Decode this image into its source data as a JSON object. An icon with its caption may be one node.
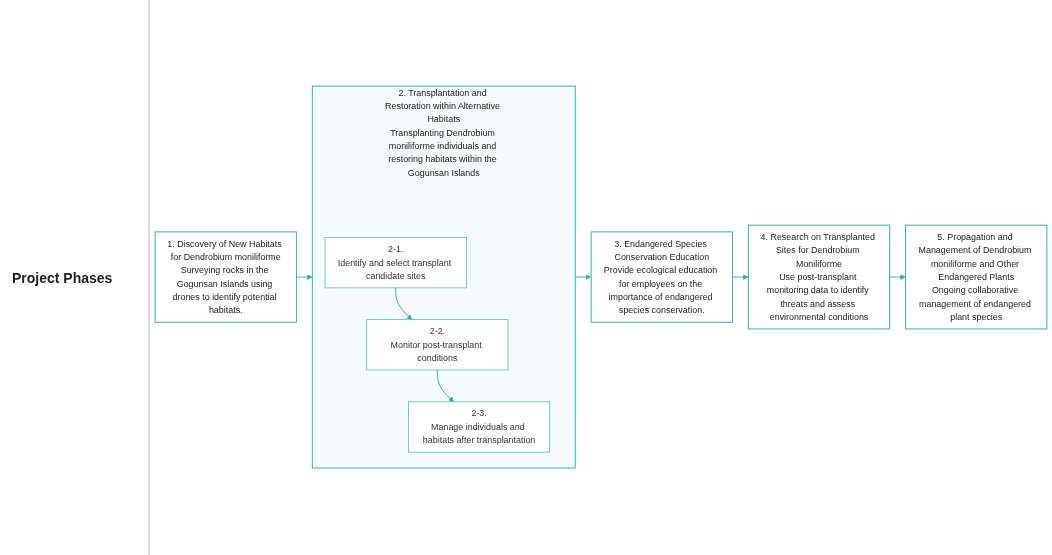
{
  "diagram": {
    "nodes": [
      {
        "text": [
          "1. Discovery of New Habitats for Dendrobium moniliforme",
          "Surveying rocks in the Gogunsan Islands using drones to identify potential habitats."
        ]
      },
      {
        "text": [
          "2. Transplantation and Restoration within Alternative Habitats",
          "Transplanting Dendrobium moniliforme individuals and restoring habitats within the Gogunsan Islands"
        ]
      },
      {
        "text": [
          "2-1.",
          "Identify and select transplant candidate sites"
        ],
        "in": 1
      },
      {
        "text": [
          "2-2.",
          "Monitor post-transplant conditions"
        ],
        "in": 1
      },
      {
        "text": [
          "2-3.",
          "Manage individuals and habitats after transplantation"
        ],
        "in": 1
      },
      {
        "text": [
          "3. Endangered Species Conservation Education",
          "Provide ecological education for employees on the importance of endangered species conservation."
        ]
      },
      {
        "text": [
          "4. Research on Transplanted Sites for Dendrobium Moniliforme",
          "Use post-transplant monitoring data to identify threats and assess environmental conditions"
        ]
      },
      {
        "text": [
          "5. Propagation and Management of Dendrobium moniliforme and Other Endangered Plants",
          "Ongoing collaborative management of endangered plant species"
        ]
      }
    ],
    "edges": [
      {
        "from": 0,
        "to": 1,
        "arrow": "to"
      },
      {
        "from": 2,
        "to": 3,
        "arrow": "to"
      },
      {
        "from": 3,
        "to": 4,
        "arrow": "to"
      },
      {
        "from": 1,
        "to": 5,
        "arrow": "to"
      },
      {
        "from": 5,
        "to": 6,
        "arrow": "to"
      },
      {
        "from": 6,
        "to": 7,
        "arrow": "to"
      }
    ],
    "labels": [
      "Project Phases"
    ]
  }
}
